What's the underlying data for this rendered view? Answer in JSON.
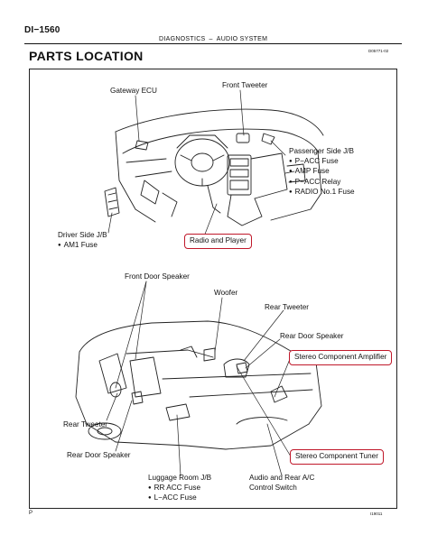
{
  "header": {
    "doc_id": "DI−1560",
    "section_left": "DIAGNOSTICS",
    "section_sep": "–",
    "section_right": "AUDIO SYSTEM",
    "figure_code": "D05771-02"
  },
  "page_title": "PARTS LOCATION",
  "diagram_top": {
    "gateway_ecu": "Gateway ECU",
    "front_tweeter": "Front Tweeter",
    "passenger_jb": {
      "title": "Passenger Side J/B",
      "items": [
        "P−ACC Fuse",
        "AMP Fuse",
        "P−ACC Relay",
        "RADIO No.1 Fuse"
      ]
    },
    "driver_jb": {
      "title": "Driver Side J/B",
      "items": [
        "AM1 Fuse"
      ]
    },
    "radio_player": "Radio and Player"
  },
  "diagram_bottom": {
    "front_door_speaker": "Front Door Speaker",
    "woofer": "Woofer",
    "rear_tweeter_right": "Rear Tweeter",
    "rear_door_speaker_right": "Rear Door Speaker",
    "stereo_amp": "Stereo Component Amplifier",
    "rear_tweeter_left": "Rear Tweeter",
    "rear_door_speaker_left": "Rear Door Speaker",
    "luggage_jb": {
      "title": "Luggage Room J/B",
      "items": [
        "RR ACC Fuse",
        "L−ACC Fuse"
      ]
    },
    "audio_switch": [
      "Audio and Rear A/C",
      "Control Switch"
    ],
    "stereo_tuner": "Stereo Component Tuner"
  },
  "footer": {
    "page_marker": "P",
    "figure_id": "I19011"
  },
  "colors": {
    "highlight_box": "#c0182a",
    "ink": "#111111"
  }
}
